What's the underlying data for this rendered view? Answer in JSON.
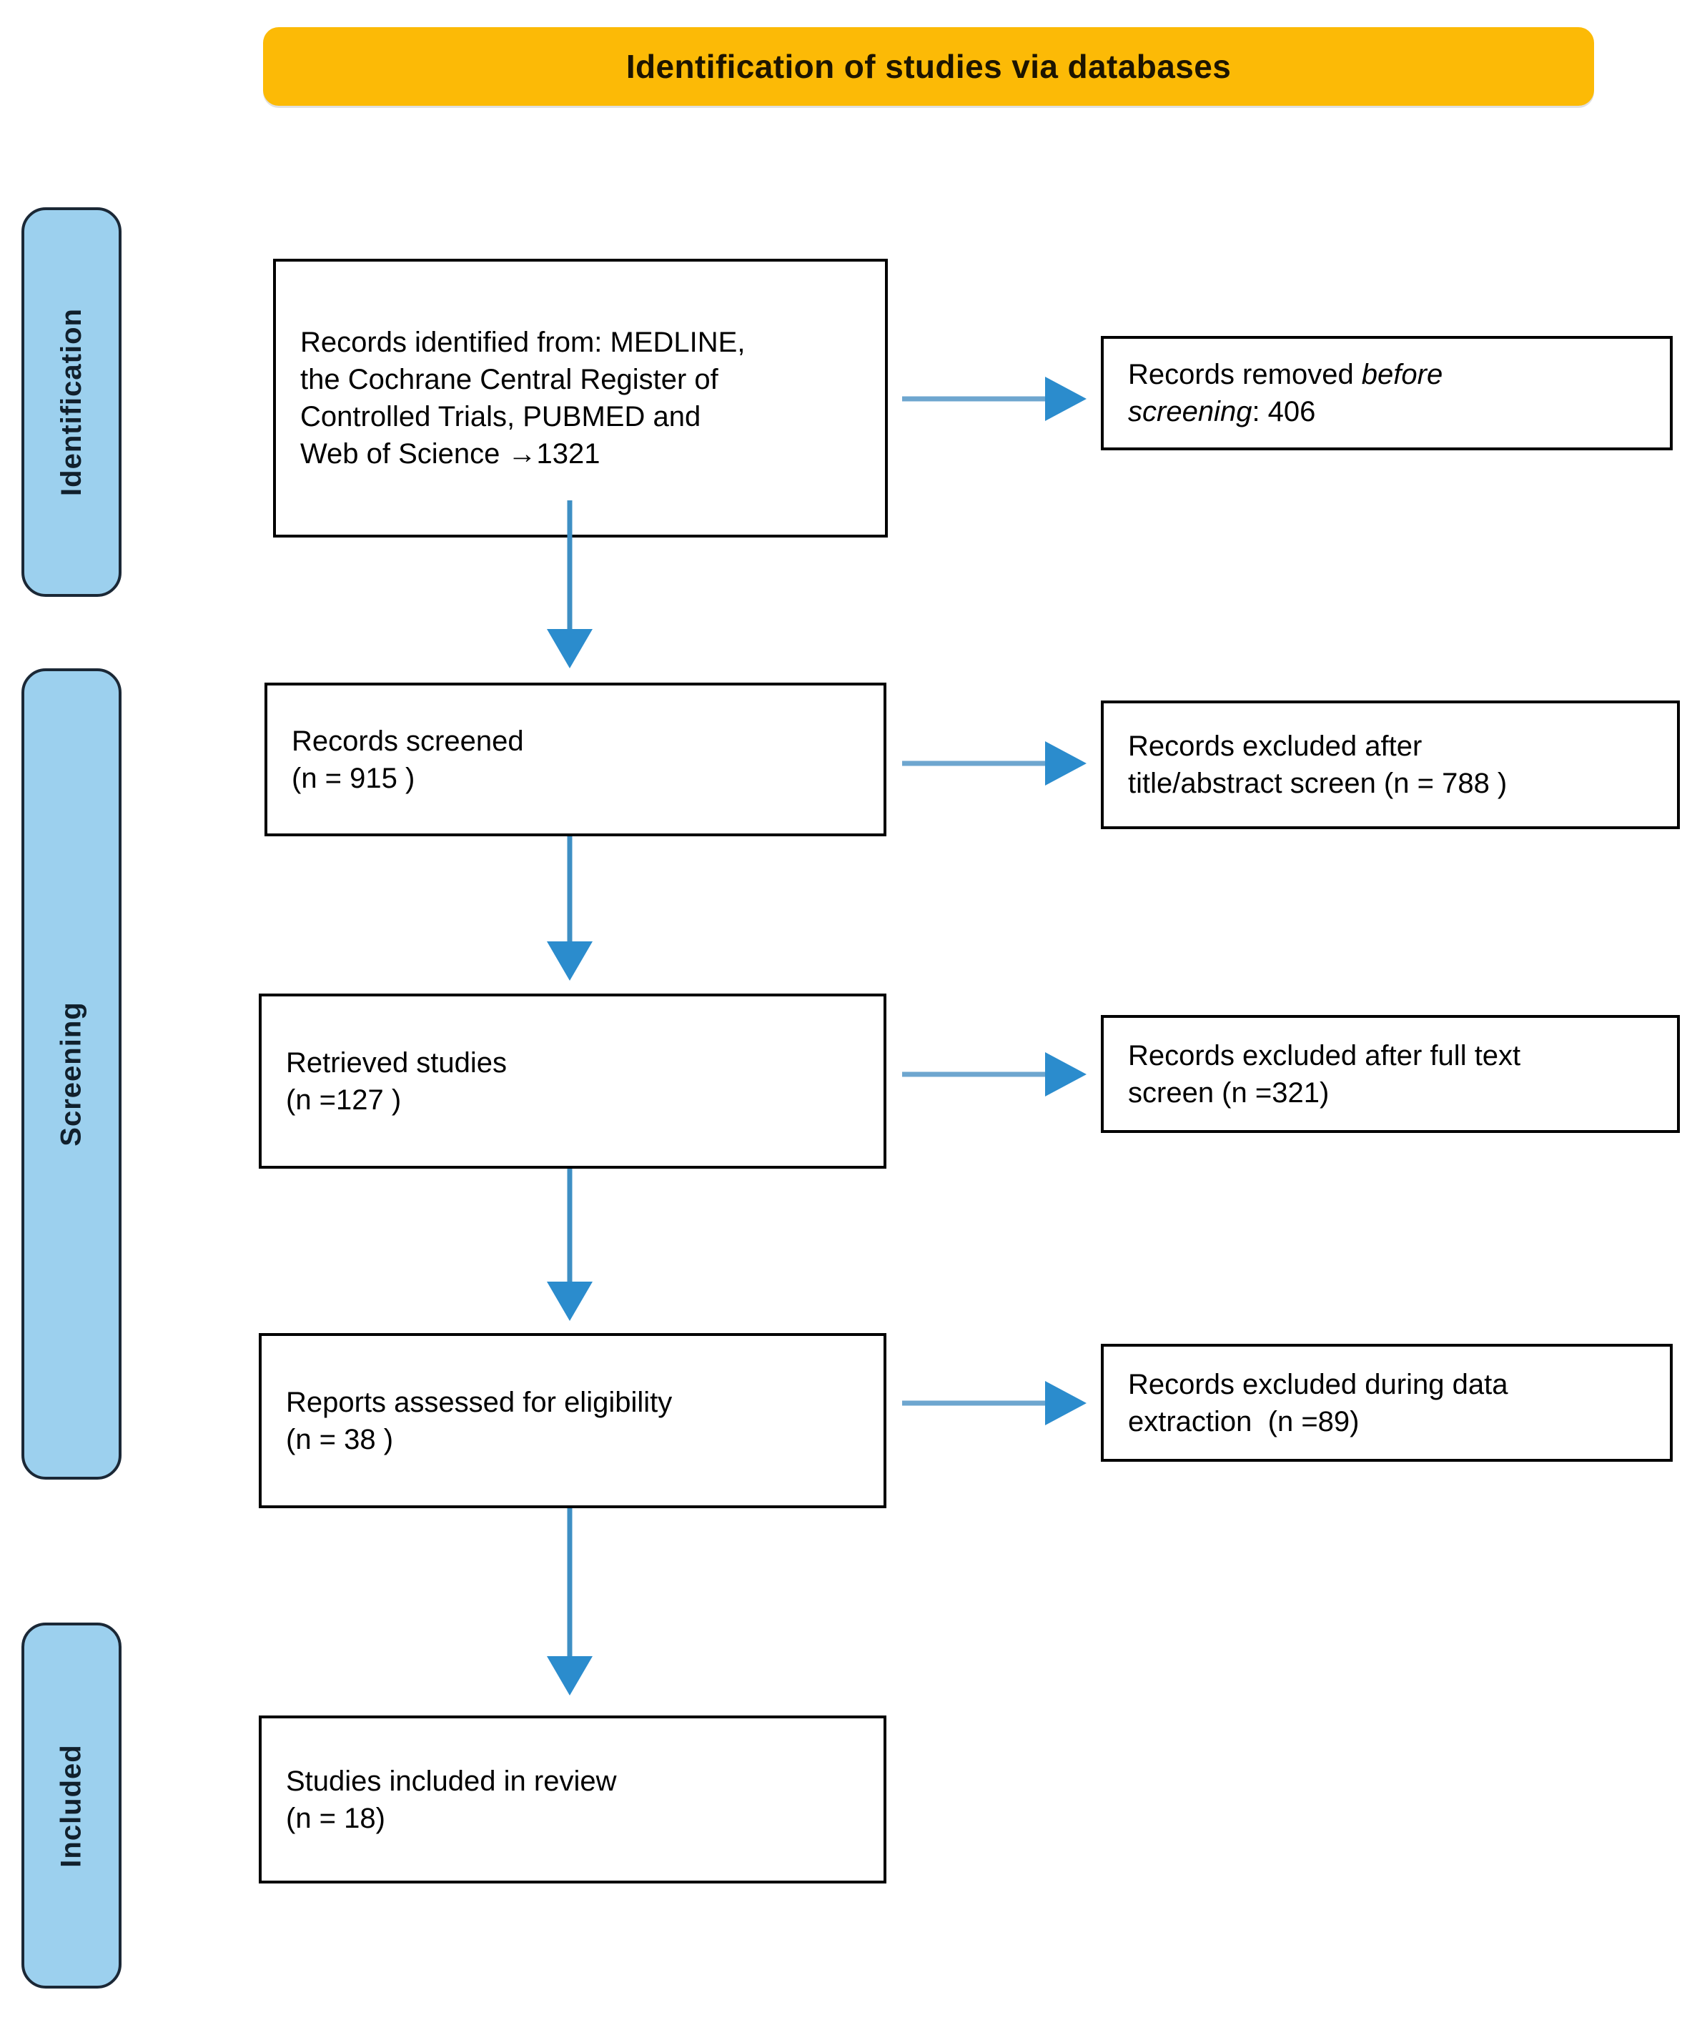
{
  "header": {
    "title": "Identification of studies via databases",
    "background_color": "#fcba06"
  },
  "phases": [
    {
      "id": "identification",
      "label": "Identification"
    },
    {
      "id": "screening",
      "label": "Screening"
    },
    {
      "id": "included",
      "label": "Included"
    }
  ],
  "colors": {
    "banner": "#fcba06",
    "phase_band": "#9cd0ee",
    "phase_band_border": "#1b2836",
    "arrow": "#3e8fc4",
    "box_border": "#000000",
    "box_fill": "#ffffff"
  },
  "flow": {
    "boxes": [
      {
        "id": "records-identified",
        "lines": [
          "Records identified from: MEDLINE,",
          "the Cochrane Central Register of",
          "Controlled Trials, PUBMED and",
          "Web of Science →1321"
        ],
        "count": 1321
      },
      {
        "id": "records-screened",
        "lines": [
          "Records screened",
          "(n = 915 )"
        ],
        "count": 915
      },
      {
        "id": "retrieved-studies",
        "lines": [
          "Retrieved studies",
          "(n =127 )"
        ],
        "count": 127
      },
      {
        "id": "reports-assessed",
        "lines": [
          "Reports assessed for eligibility",
          "(n = 38 )"
        ],
        "count": 38
      },
      {
        "id": "studies-included",
        "lines": [
          "Studies included in review",
          "(n = 18)"
        ],
        "count": 18
      }
    ],
    "exclusions": [
      {
        "id": "records-removed",
        "line1_pre": "Records removed ",
        "line1_em": "before",
        "line2_em": "screening",
        "line2_post": ": 406",
        "count": 406
      },
      {
        "id": "excluded-title-abstract",
        "lines": [
          "Records excluded after",
          "title/abstract screen (n = 788 )"
        ],
        "count": 788
      },
      {
        "id": "excluded-full-text",
        "lines": [
          "Records excluded after full text",
          "screen (n =321)"
        ],
        "count": 321
      },
      {
        "id": "excluded-data-extraction",
        "lines": [
          "Records excluded during data",
          "extraction  (n =89)"
        ],
        "count": 89
      }
    ]
  }
}
